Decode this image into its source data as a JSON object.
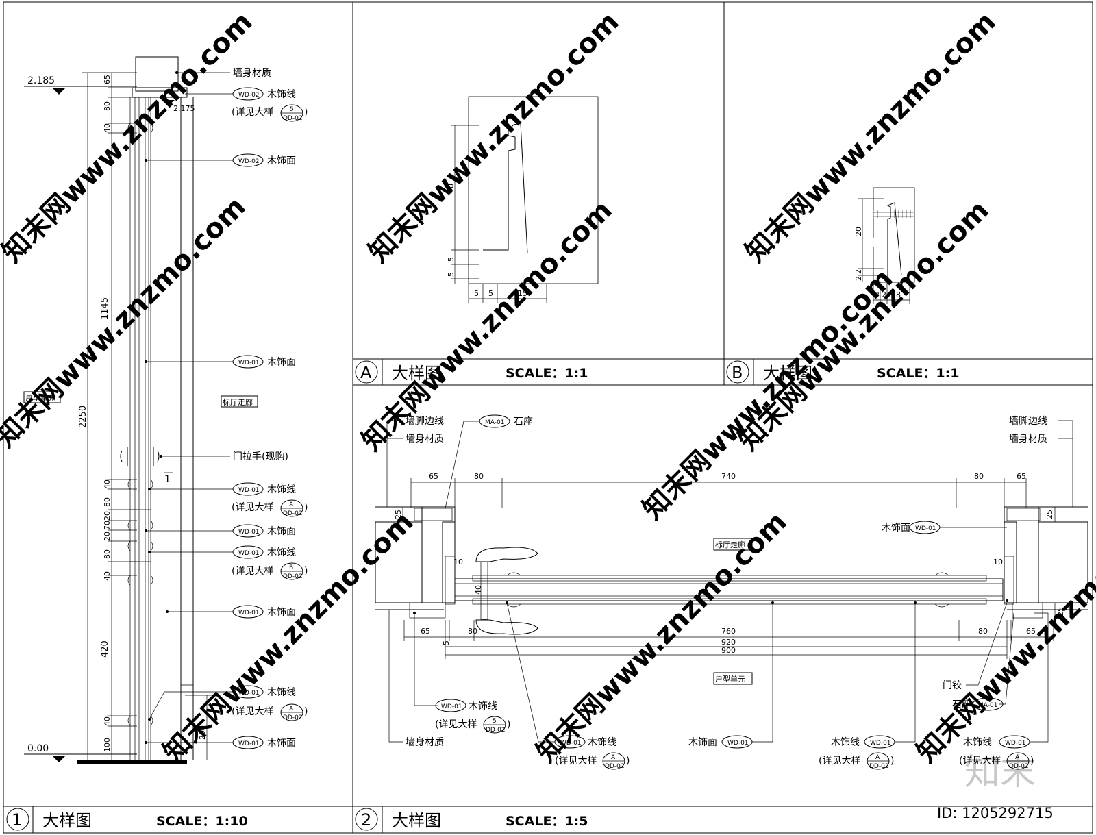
{
  "colors": {
    "ink": "#000000",
    "watermark": "#d8d8d8",
    "background": "#ffffff"
  },
  "watermark": {
    "text": "知末网www.znzmo.com",
    "brand": "知末",
    "id_label": "ID: 1205292715"
  },
  "panels": {
    "p1": {
      "number": "1",
      "title": "大样图",
      "scale": "SCALE：1:10"
    },
    "p2": {
      "number": "2",
      "title": "大样图",
      "scale": "SCALE：1:5"
    },
    "pA": {
      "number": "A",
      "title": "大样图",
      "scale": "SCALE：1:1"
    },
    "pB": {
      "number": "B",
      "title": "大样图",
      "scale": "SCALE：1:1"
    }
  },
  "section1": {
    "levels": {
      "top": "2.185",
      "mid": "2.175",
      "bottom": "0.00"
    },
    "dims": {
      "d65": "65",
      "d80": "80",
      "d40a": "40",
      "d1145": "1145",
      "d2250": "2250",
      "d40b": "40",
      "d80b": "80",
      "d20a": "20",
      "d70": "70",
      "d20b": "20",
      "d80c": "80",
      "d40c": "40",
      "d420": "420",
      "d40d": "40",
      "d100": "100",
      "d200": "200"
    },
    "rooms": {
      "left": "户型单元",
      "right": "标厅走廊"
    },
    "marker": "1",
    "labels": {
      "wall": "墙身材质",
      "l1_tag": "WD-02",
      "l1_text": "木饰线",
      "l1_ref": "(详见大样",
      "l1_ref_top": "5",
      "l1_ref_bot": "DD-02",
      "l2_tag": "WD-02",
      "l2_text": "木饰面",
      "l3_tag": "WD-01",
      "l3_text": "木饰面",
      "handle": "门拉手(现购)",
      "l4_tag": "WD-01",
      "l4_text": "木饰线",
      "l4_ref": "(详见大样",
      "l4_ref_top": "A",
      "l4_ref_bot": "DD-02",
      "l5_tag": "WD-01",
      "l5_text": "木饰面",
      "l6_tag": "WD-01",
      "l6_text": "木饰线",
      "l6_ref": "(详见大样",
      "l6_ref_top": "B",
      "l6_ref_bot": "DD-02",
      "l7_tag": "WD-01",
      "l7_text": "木饰面",
      "l8_tag": "WD-01",
      "l8_text": "木饰线",
      "l8_ref": "(详见大样",
      "l8_ref_top": "A",
      "l8_ref_bot": "DD-02",
      "l9_tag": "WD-01",
      "l9_text": "木饰面"
    }
  },
  "detailA": {
    "dims": {
      "v40": "40",
      "v5a": "5",
      "v5b": "5",
      "h5a": "5",
      "h5b": "5",
      "h15": "15"
    }
  },
  "detailB": {
    "dims": {
      "v20": "20",
      "v2a": "2",
      "v2b": "2",
      "h2a": "2",
      "h2b": "2",
      "h8": "8"
    }
  },
  "section2": {
    "rooms": {
      "top": "标厅走廊",
      "bottom": "户型单元"
    },
    "top_dims": {
      "a": "65",
      "b": "80",
      "c": "740",
      "d": "80",
      "e": "65"
    },
    "bottom_dims": {
      "a": "65",
      "b": "5",
      "c": "80",
      "d": "760",
      "e": "80",
      "f": "65",
      "g": "920",
      "h": "900"
    },
    "side_dims": {
      "l25a": "25",
      "r25a": "25",
      "r25b": "25",
      "l10": "10",
      "r10": "10",
      "d40": "40"
    },
    "labels": {
      "tl_skirting": "墙脚边线",
      "tl_wall": "墙身材质",
      "tl_stone_tag": "MA-01",
      "tl_stone": "石座",
      "tr_skirting": "墙脚边线",
      "tr_wall": "墙身材质",
      "r_face": "木饰面",
      "r_face_tag": "WD-01",
      "hinge": "门铰",
      "r_stone": "石座",
      "r_stone_tag": "MA-01",
      "b1_tag": "WD-01",
      "b1_text": "木饰线",
      "b1_ref": "(详见大样",
      "b1_ref_top": "5",
      "b1_ref_bot": "DD-02",
      "b_wall": "墙身材质",
      "b2_tag": "WD-01",
      "b2_text": "木饰线",
      "b2_ref": "(详见大样",
      "b2_ref_top": "A",
      "b2_ref_bot": "DD-02",
      "b3_text": "木饰面",
      "b3_tag": "WD-01",
      "b4_text": "木饰线",
      "b4_tag": "WD-01",
      "b4_ref": "(详见大样",
      "b4_ref_top": "A",
      "b4_ref_bot": "DD-02",
      "b5_text": "木饰线",
      "b5_tag": "WD-01",
      "b5_ref": "(详见大样",
      "b5_ref_top": "A",
      "b5_ref_bot": "DD-02"
    }
  }
}
